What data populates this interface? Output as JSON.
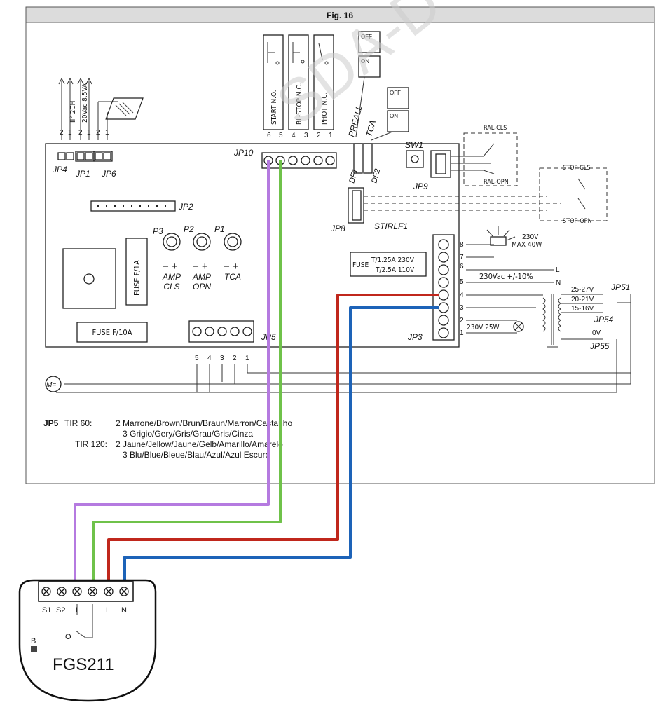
{
  "figure": {
    "title": "Fig. 16"
  },
  "watermark": "SDA-D",
  "top_inputs": {
    "jp4_label": "JP4",
    "jp4_pins": [
      "2",
      "1"
    ],
    "jp4_text": "II° 2CH",
    "jp1_label": "JP1",
    "jp1_pins": [
      "2",
      "1"
    ],
    "jp1_text": "20Vac 8.5VA",
    "jp6_label": "JP6",
    "jp6_pins": [
      "2",
      "1"
    ]
  },
  "jp10": {
    "label": "JP10",
    "pins": [
      "6",
      "5",
      "4",
      "3",
      "2",
      "1"
    ],
    "contacts": [
      "START N.O.",
      "BL-STOP N.C.",
      "PHOT N.C."
    ]
  },
  "preall": {
    "labels": [
      "PREALL",
      "TCA"
    ],
    "switch_off": "OFF",
    "switch_on": "ON",
    "dips": [
      "DF1",
      "DF2"
    ]
  },
  "sw1": "SW1",
  "jp9": "JP9",
  "jp2": "JP2",
  "jp8": "JP8",
  "stirlf": "STIRLF1",
  "limit": {
    "ral_cls": "RAL-CLS",
    "ral_opn": "RAL-OPN",
    "stop_cls": "STOP-CLS",
    "stop_opn": "STOP-OPN"
  },
  "pots": [
    {
      "id": "P3",
      "sign": "− +",
      "label1": "AMP",
      "label2": "CLS"
    },
    {
      "id": "P2",
      "sign": "− +",
      "label1": "AMP",
      "label2": "OPN"
    },
    {
      "id": "P1",
      "sign": "− +",
      "label1": "TCA",
      "label2": ""
    }
  ],
  "fuses": {
    "f1a": "FUSE F/1A",
    "f10a": "FUSE F/10A",
    "main_label": "FUSE",
    "main_line1": "T/1.25A 230V",
    "main_line2": "T/2.5A 110V"
  },
  "jp3": {
    "label": "JP3",
    "pins": [
      "8",
      "7",
      "6",
      "5",
      "4",
      "3",
      "2",
      "1"
    ],
    "lamp": "230V",
    "lamp_max": "MAX 40W",
    "supply": "230Vac +/-10%",
    "l": "L",
    "n": "N",
    "bulb": "230V 25W"
  },
  "transformer": {
    "taps": [
      "25-27V",
      "20-21V",
      "15-16V",
      "0V"
    ],
    "jp51": "JP51",
    "jp54": "JP54",
    "jp55": "JP55"
  },
  "jp5": {
    "label": "JP5",
    "pins": [
      "5",
      "4",
      "3",
      "2",
      "1"
    ],
    "motor": "M="
  },
  "notes": {
    "head": "JP5",
    "line1a": "TIR 60:",
    "line1b": "2 Marrone/Brown/Brun/Braun/Marron/Castanho",
    "line2": "3 Grigio/Gery/Gris/Grau/Gris/Cinza",
    "line3a": "TIR 120:",
    "line3b": "2 Jaune/Jellow/Jaune/Gelb/Amarillo/Amarelo",
    "line4": "3 Blu/Blue/Bleue/Blau/Azul/Azul Escuro"
  },
  "module": {
    "model": "FGS211",
    "terminals": [
      "S1",
      "S2",
      "I",
      "I",
      "L",
      "N"
    ],
    "button": "B",
    "switch_mark": "O"
  },
  "wire_colors": {
    "purple": "#b57ae0",
    "green": "#6fc24a",
    "red": "#c0271c",
    "blue": "#1d63b8"
  }
}
